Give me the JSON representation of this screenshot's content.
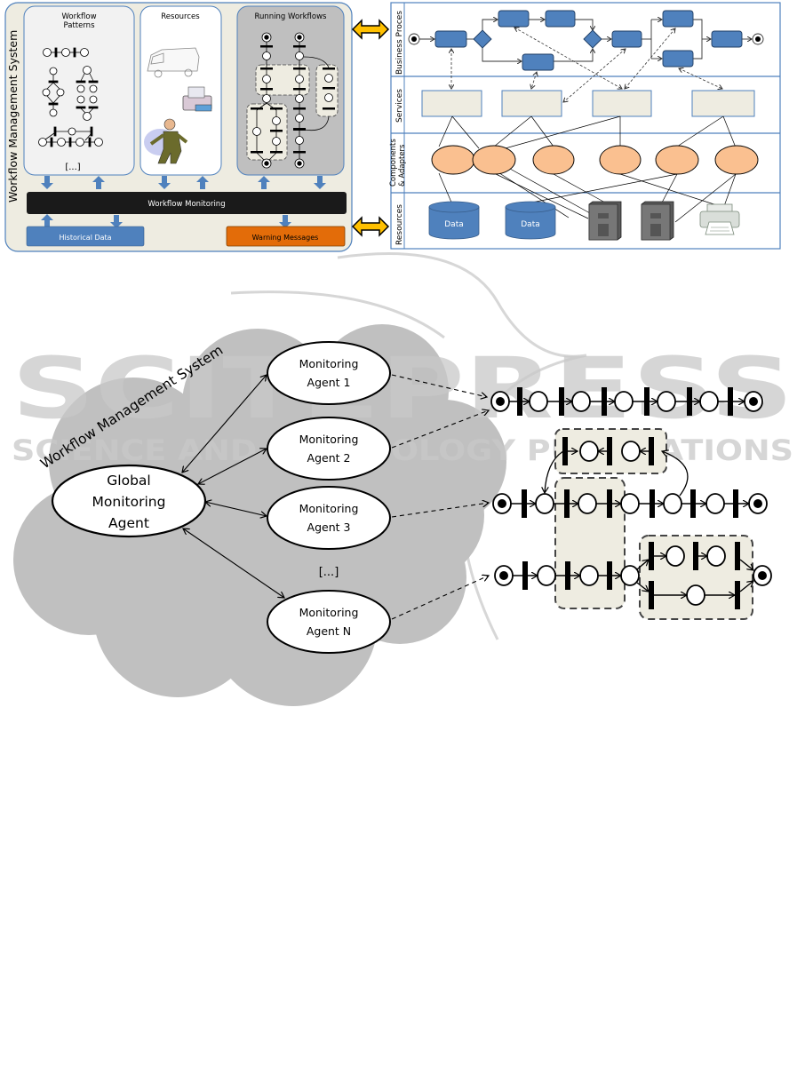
{
  "top_left": {
    "side_label": "Workflow Management System",
    "patterns_title_1": "Workflow",
    "patterns_title_2": "Patterns",
    "patterns_more": "[...]",
    "resources_title": "Resources",
    "running_title": "Running Workflows",
    "monitoring_bar": "Workflow Monitoring",
    "historical_data": "Historical Data",
    "warning_messages": "Warning Messages"
  },
  "top_right": {
    "lanes": [
      "Business Proces",
      "Services",
      "Components & Adapters",
      "Resources"
    ],
    "lane_components_1": "Components",
    "lane_components_2": "& Adapters",
    "data_labels": [
      "Data",
      "Data"
    ]
  },
  "bottom": {
    "cloud_label": "Workflow Management System",
    "global_agent": [
      "Global",
      "Monitoring",
      "Agent"
    ],
    "agents": [
      {
        "line1": "Monitoring",
        "line2": "Agent 1"
      },
      {
        "line1": "Monitoring",
        "line2": "Agent 2"
      },
      {
        "line1": "Monitoring",
        "line2": "Agent 3"
      },
      {
        "line1": "Monitoring",
        "line2": "Agent N"
      }
    ],
    "ellipsis": "[...]"
  },
  "watermark": {
    "line1": "SCITEPRESS",
    "line2": "SCIENCE AND TECHNOLOGY PUBLICATIONS"
  },
  "colors": {
    "task_blue": "#4f81bd",
    "warning_orange": "#e36c09",
    "component_peach": "#fac090",
    "service_box": "#eeece1",
    "arrow_yellow": "#ffc000",
    "cloud_gray": "#c0c0c0"
  }
}
